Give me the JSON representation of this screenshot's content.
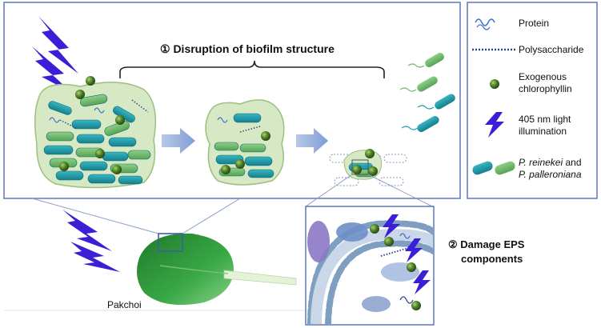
{
  "titles": {
    "step1": "① Disruption of biofilm structure",
    "step2_line1": "② Damage EPS",
    "step2_line2": "components",
    "plant": "Pakchoi"
  },
  "legend": {
    "protein": "Protein",
    "polysaccharide": "Polysaccharide",
    "chlorophyllin_line1": "Exogenous",
    "chlorophyllin_line2": "chlorophyllin",
    "light_line1": "405 nm light",
    "light_line2": "illumination",
    "bacteria_line1_italic": "P. reinekei",
    "bacteria_line1_rest": " and",
    "bacteria_line2": "P. palleroniana"
  },
  "colors": {
    "frame": "#5b79b8",
    "teal": "#1f9aa8",
    "green_rod": "#6db86b",
    "biofilm": "#d7e9c4",
    "biofilm_edge": "#9cbf7e",
    "lightning": "#3a1fd6",
    "chlorophyllin": "#4f7f2a",
    "arrow": "#8fa9d8",
    "leaf": "#2e9a3a",
    "membrane_bead": "#7f9fc0"
  },
  "icons": {
    "lightning": "lightning-bolt-icon",
    "protein": "protein-squiggle-icon",
    "polysaccharide": "dotted-chain-icon",
    "chlorophyllin": "green-sphere-icon",
    "bacteria": "rod-bacteria-icon",
    "arrow": "process-arrow-icon",
    "leaf": "leaf-icon"
  }
}
